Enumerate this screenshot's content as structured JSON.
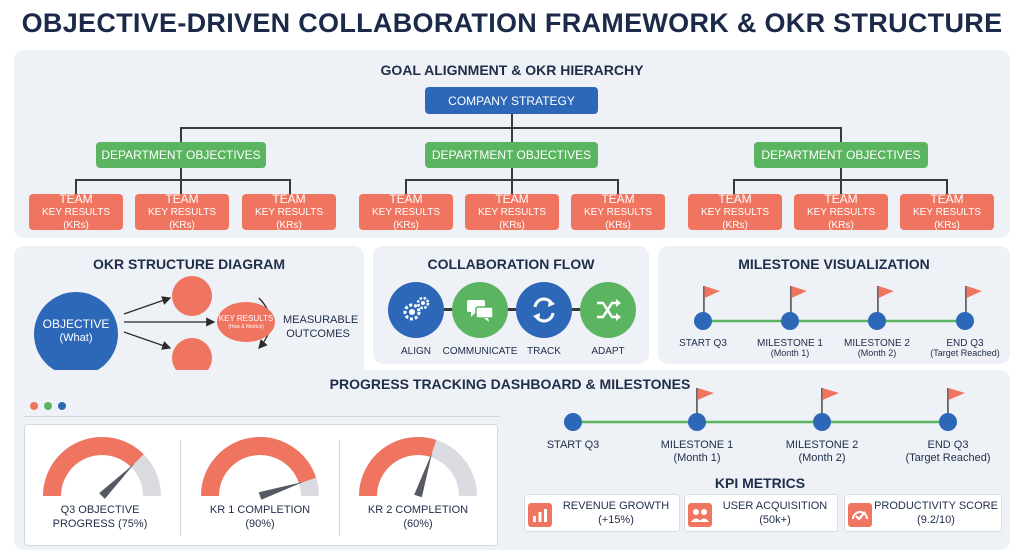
{
  "title": "OBJECTIVE-DRIVEN COLLABORATION FRAMEWORK & OKR STRUCTURE",
  "hierarchy": {
    "title": "GOAL ALIGNMENT & OKR HIERARCHY",
    "top": "COMPANY STRATEGY",
    "departments": [
      "DEPARTMENT OBJECTIVES",
      "DEPARTMENT OBJECTIVES",
      "DEPARTMENT OBJECTIVES"
    ],
    "team_line1": "TEAM",
    "team_line2": "KEY RESULTS (KRs)"
  },
  "okr": {
    "title": "OKR STRUCTURE DIAGRAM",
    "objective": "OBJECTIVE",
    "objective_sub": "(What)",
    "kr": "KEY RESULTS",
    "kr_sub": "(How & Metrics)",
    "measurable": "MEASURABLE OUTCOMES"
  },
  "collab": {
    "title": "COLLABORATION FLOW",
    "steps": [
      "ALIGN",
      "COMMUNICATE",
      "TRACK",
      "ADAPT"
    ],
    "icons": [
      "gears-icon",
      "chat-icon",
      "sync-arrows-icon",
      "shuffle-icon"
    ]
  },
  "milestone_viz": {
    "title": "MILESTONE VISUALIZATION",
    "points": [
      {
        "label": "START Q3",
        "sub": ""
      },
      {
        "label": "MILESTONE 1",
        "sub": "(Month 1)"
      },
      {
        "label": "MILESTONE 2",
        "sub": "(Month 2)"
      },
      {
        "label": "END Q3",
        "sub": "(Target Reached)"
      }
    ]
  },
  "progress": {
    "title": "PROGRESS TRACKING DASHBOARD & MILESTONES",
    "gauges": [
      {
        "label1": "Q3 OBJECTIVE",
        "label2": "PROGRESS (75%)",
        "value": 0.75
      },
      {
        "label1": "KR 1 COMPLETION",
        "label2": "(90%)",
        "value": 0.9
      },
      {
        "label1": "KR 2 COMPLETION",
        "label2": "(60%)",
        "value": 0.6
      }
    ],
    "timeline": [
      {
        "label": "START Q3",
        "sub": ""
      },
      {
        "label": "MILESTONE 1",
        "sub": "(Month 1)"
      },
      {
        "label": "MILESTONE 2",
        "sub": "(Month 2)"
      },
      {
        "label": "END Q3",
        "sub": "(Target Reached)"
      }
    ]
  },
  "kpi": {
    "title": "KPI METRICS",
    "items": [
      {
        "label": "REVENUE GROWTH",
        "value": "(+15%)",
        "icon": "bar-chart-icon"
      },
      {
        "label": "USER ACQUISITION",
        "value": "(50k+)",
        "icon": "users-icon"
      },
      {
        "label": "PRODUCTIVITY SCORE",
        "value": "(9.2/10)",
        "icon": "checkmark-gauge-icon"
      }
    ]
  },
  "colors": {
    "navy": "#1c2a4a",
    "blue": "#2d68b8",
    "green": "#5bb560",
    "orange": "#ef7560",
    "gauge_track": "#d9dbe0",
    "needle": "#555a63"
  }
}
